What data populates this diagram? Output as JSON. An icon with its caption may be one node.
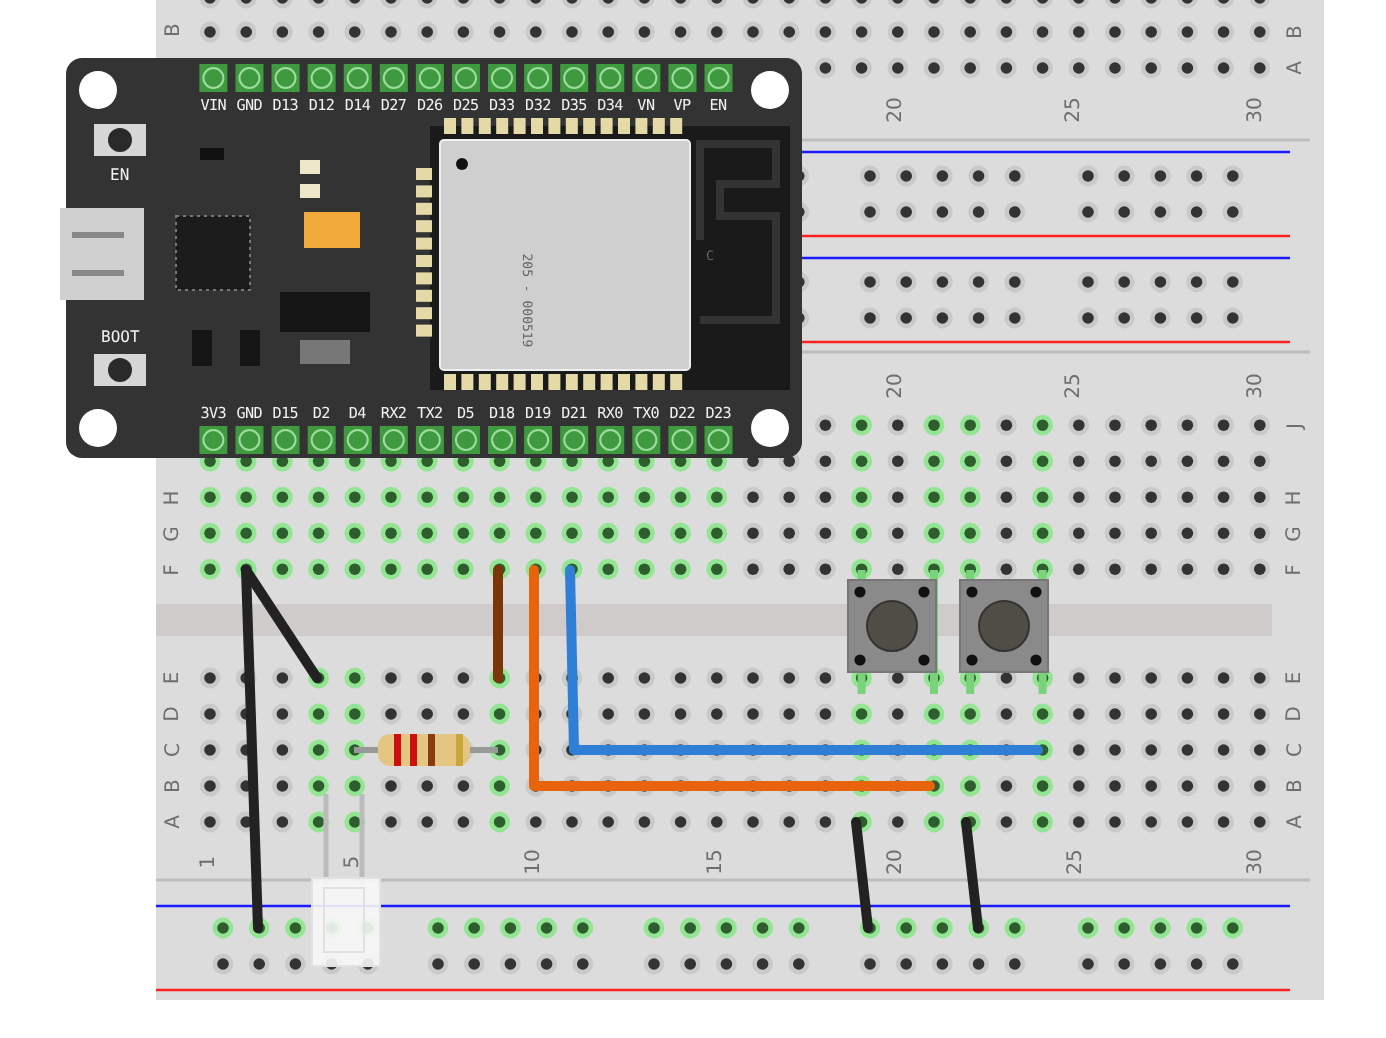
{
  "diagram": {
    "labels": [
      "VIN",
      "GND",
      "D13",
      "D12",
      "D14",
      "D27",
      "D26",
      "D25",
      "D33",
      "D32",
      "D35",
      "D34",
      "VN",
      "VP",
      "EN",
      "EN",
      "BOOT",
      "3V3",
      "GND",
      "D15",
      "D2",
      "D4",
      "RX2",
      "TX2",
      "D5",
      "D18",
      "D19",
      "D21",
      "RX0",
      "TX0",
      "D22",
      "D23",
      "C",
      "205 - 000519",
      "B",
      "B",
      "A",
      "20",
      "25",
      "30",
      "20",
      "25",
      "30",
      "J",
      "H",
      "H",
      "G",
      "G",
      "F",
      "F",
      "E",
      "E",
      "D",
      "D",
      "C",
      "C",
      "B",
      "B",
      "A",
      "A",
      "1",
      "5",
      "10",
      "15",
      "20",
      "25",
      "30"
    ]
  }
}
